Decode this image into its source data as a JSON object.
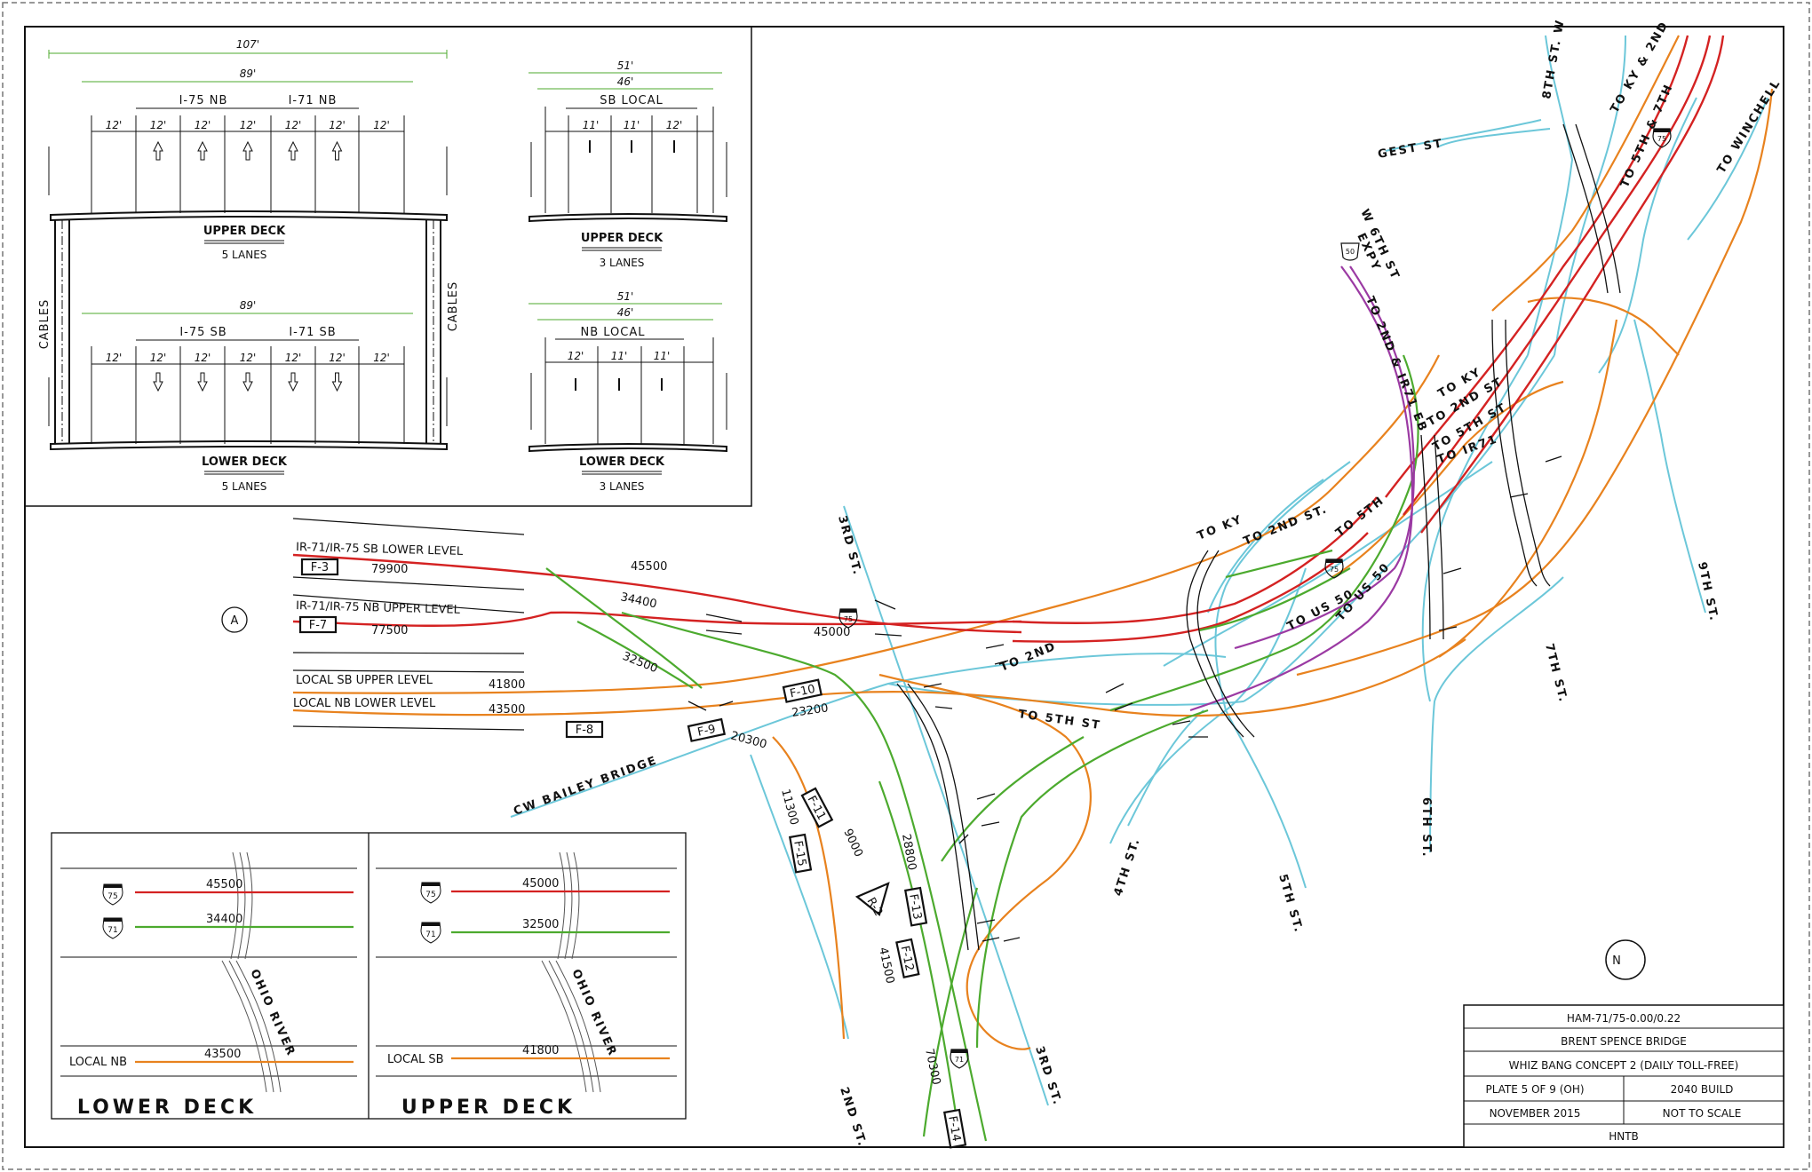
{
  "colors": {
    "red": "#d42222",
    "green": "#4caa2e",
    "orange": "#e8821e",
    "cyan": "#6cc7d9",
    "purple": "#9b3aa3"
  },
  "sections": {
    "left": {
      "dims": {
        "total": "107'",
        "inner": "89'",
        "lane": "12'"
      },
      "upper": {
        "group1": "I-75 NB",
        "group2": "I-71 NB",
        "title": "UPPER DECK",
        "lanes": "5 LANES"
      },
      "lower": {
        "inner": "89'",
        "group1": "I-75 SB",
        "group2": "I-71 SB",
        "title": "LOWER DECK",
        "lanes": "5 LANES"
      },
      "cables": "CABLES"
    },
    "right": {
      "upper": {
        "total": "51'",
        "inner": "46'",
        "group": "SB LOCAL",
        "lane_a": "11'",
        "lane_b": "11'",
        "lane_c": "12'",
        "title": "UPPER DECK",
        "lanes": "3 LANES"
      },
      "lower": {
        "total": "51'",
        "inner": "46'",
        "group": "NB LOCAL",
        "lane_a": "12'",
        "lane_b": "11'",
        "lane_c": "11'",
        "title": "LOWER DECK",
        "lanes": "3 LANES"
      }
    }
  },
  "map": {
    "circle": "A",
    "mainlines": [
      {
        "label": "IR-71/IR-75 SB LOWER LEVEL",
        "tag": "F-3",
        "volume": "79900"
      },
      {
        "label": "IR-71/IR-75 NB UPPER LEVEL",
        "tag": "F-7",
        "volume": "77500"
      },
      {
        "label": "LOCAL SB UPPER LEVEL",
        "volume": "41800"
      },
      {
        "label": "LOCAL NB LOWER LEVEL",
        "volume": "43500",
        "tag": "F-8"
      }
    ],
    "volumes": {
      "v45500": "45500",
      "v34400": "34400",
      "v32500": "32500",
      "v45000": "45000",
      "v23200": "23200",
      "v20300": "20300",
      "v11300": "11300",
      "v9000": "9000",
      "v28800": "28800",
      "v41500": "41500",
      "v70300": "70300"
    },
    "tags": {
      "f9": "F-9",
      "f10": "F-10",
      "f11": "F-11",
      "f15": "F-15",
      "f13": "F-13",
      "f12": "F-12",
      "f14": "F-14",
      "r2": "R-2"
    },
    "shields": {
      "i75": "75",
      "i71": "71",
      "us50": "50"
    },
    "streets": {
      "third_a": "3RD ST.",
      "third_b": "3RD ST.",
      "second": "2ND ST.",
      "cw_bailey": "CW BAILEY BRIDGE",
      "fourth": "4TH ST.",
      "fifth": "5TH ST.",
      "sixth": "6TH ST.",
      "seventh": "7TH ST.",
      "ninth": "9TH ST.",
      "eighth_w": "8TH ST. W",
      "gest": "GEST ST",
      "w6th": "W 6TH ST",
      "expy": "EXPY"
    },
    "ramps": {
      "to_2nd": "TO 2ND",
      "to_5th_st": "TO 5TH ST",
      "to_ky": "TO KY",
      "to_2nd_st": "TO 2ND ST.",
      "to_5th": "TO 5TH",
      "to_us50_a": "TO US 50",
      "to_us50_b": "TO US 50",
      "to_2nd_ir71": "TO 2ND & IR71 EB",
      "to_ky_b": "TO KY",
      "to_2nd_st_b": "TO 2ND ST",
      "to_5th_st_b": "TO 5TH ST",
      "to_ir71": "TO IR71",
      "to_ky_2nd": "TO KY & 2ND",
      "to_5th_7th": "TO 5TH & 7TH",
      "to_winchell": "TO WINCHELL"
    }
  },
  "legend": {
    "lower": {
      "title": "LOWER DECK",
      "i75": "45500",
      "i71": "34400",
      "local": "LOCAL NB",
      "local_vol": "43500",
      "river": "OHIO RIVER"
    },
    "upper": {
      "title": "UPPER DECK",
      "i75": "45000",
      "i71": "32500",
      "local": "LOCAL SB",
      "local_vol": "41800",
      "river": "OHIO RIVER"
    }
  },
  "title_block": {
    "project": "HAM-71/75-0.00/0.22",
    "name": "BRENT SPENCE BRIDGE",
    "concept": "WHIZ BANG CONCEPT 2 (DAILY TOLL-FREE)",
    "plate": "PLATE 5 OF 9 (OH)",
    "build": "2040 BUILD",
    "date": "NOVEMBER 2015",
    "scale": "NOT TO SCALE",
    "firm": "HNTB"
  },
  "north": "N"
}
